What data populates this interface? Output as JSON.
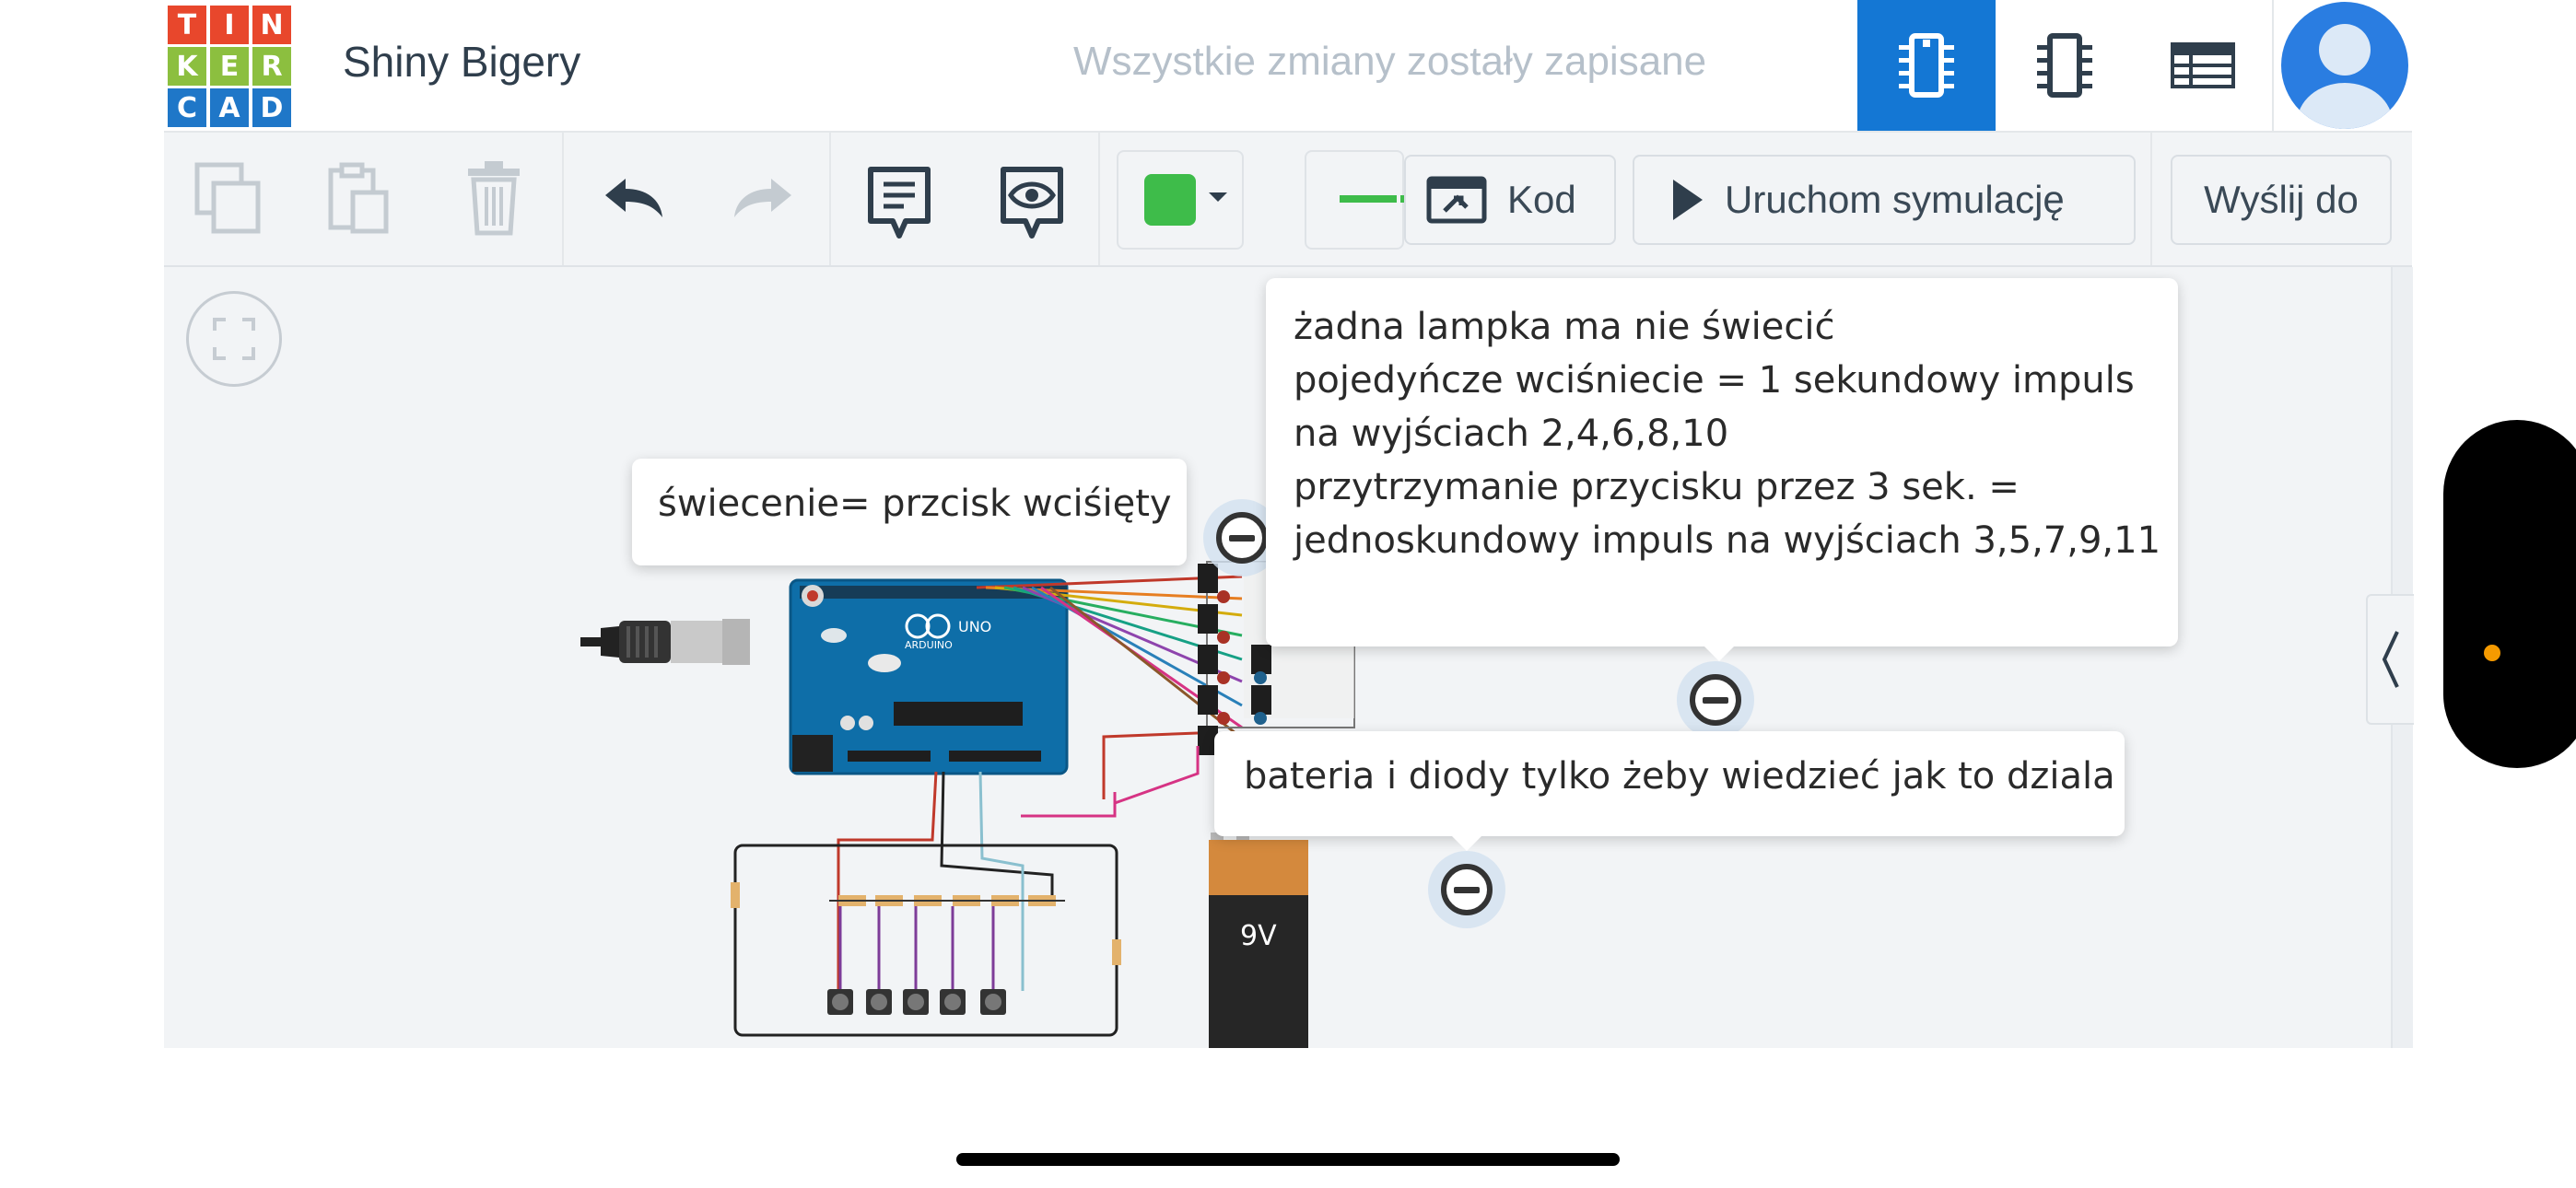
{
  "header": {
    "logo_letters": [
      "T",
      "I",
      "N",
      "K",
      "E",
      "R",
      "C",
      "A",
      "D"
    ],
    "logo_colors": [
      "#e8472c",
      "#e8472c",
      "#e8472c",
      "#8cbf3f",
      "#8cbf3f",
      "#8cbf3f",
      "#1f77c8",
      "#1f77c8",
      "#1f77c8"
    ],
    "project_title": "Shiny Bigery",
    "save_status": "Wszystkie zmiany zostały zapisane",
    "views": [
      {
        "icon": "circuit-view-icon",
        "active": true
      },
      {
        "icon": "schematic-view-icon",
        "active": false
      },
      {
        "icon": "component-list-icon",
        "active": false
      }
    ],
    "accent_color": "#1477d4"
  },
  "toolbar": {
    "tools": [
      {
        "icon": "copy-icon"
      },
      {
        "icon": "paste-icon"
      },
      {
        "icon": "delete-icon"
      },
      {
        "icon": "undo-icon"
      },
      {
        "icon": "redo-icon"
      },
      {
        "icon": "note-icon"
      },
      {
        "icon": "notes-visibility-icon"
      },
      {
        "icon": "wire-color-icon",
        "color": "#3ebc4a"
      },
      {
        "icon": "wire-type-icon"
      },
      {
        "icon": "rotate-icon"
      },
      {
        "icon": "flip-icon"
      }
    ],
    "code_label": "Kod",
    "simulate_label": "Uruchom symulację",
    "send_label": "Wyślij do"
  },
  "notes": {
    "note1": "świecenie= przcisk wciśięty",
    "note2_lines": [
      "żadna lampka ma nie świecić",
      "pojedyńcze wciśniecie = 1 sekundowy impuls",
      "na wyjściach 2,4,6,8,10",
      "przytrzymanie przycisku przez 3 sek. =",
      "jednoskundowy impuls na wyjściach 3,5,7,9,11"
    ],
    "note3": "bateria i diody tylko żeby wiedzieć jak to dziala"
  },
  "circuit": {
    "arduino_brand": "ARDUINO",
    "arduino_model": "UNO",
    "battery_label": "9V",
    "resistor_count": 10,
    "button_count": 5
  }
}
